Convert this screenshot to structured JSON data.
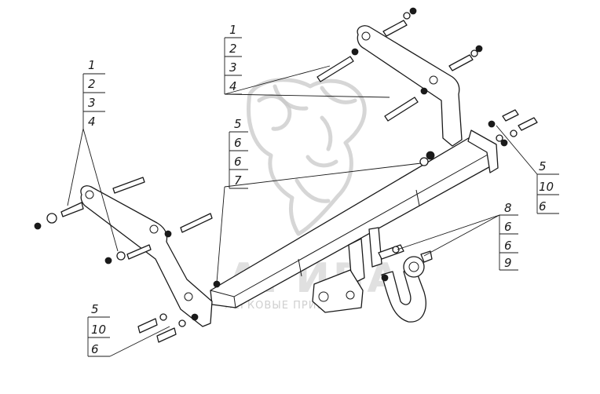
{
  "watermark": {
    "brand": "АРИВА",
    "tagline": "ЛЕГКОВЫЕ ПРИЦЕПЫ"
  },
  "callouts": [
    {
      "id": "left-top",
      "numbers": [
        "1",
        "2",
        "3",
        "4"
      ]
    },
    {
      "id": "center-top",
      "numbers": [
        "1",
        "2",
        "3",
        "4"
      ]
    },
    {
      "id": "center-mid",
      "numbers": [
        "5",
        "6",
        "6",
        "7"
      ]
    },
    {
      "id": "right-mid",
      "numbers": [
        "5",
        "10",
        "6"
      ]
    },
    {
      "id": "right-lower",
      "numbers": [
        "8",
        "6",
        "6",
        "9"
      ]
    },
    {
      "id": "left-bottom",
      "numbers": [
        "5",
        "10",
        "6"
      ]
    }
  ]
}
